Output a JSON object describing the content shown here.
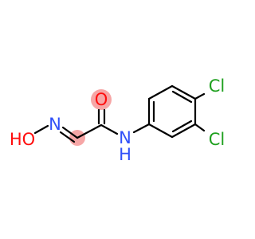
{
  "molecule": {
    "atoms": {
      "hydroxyl_oxygen": "HO",
      "oxime_nitrogen": "N",
      "carbonyl_oxygen": "O",
      "amide_nitrogen": "N",
      "amide_hydrogen": "H",
      "chlorine_top": "Cl",
      "chlorine_bottom": "Cl"
    },
    "colors": {
      "bond": "#000000",
      "oxygen": "#ff0d0d",
      "nitrogen": "#3050f8",
      "chlorine": "#1fa01f",
      "highlight": "#f6a6a6"
    }
  }
}
